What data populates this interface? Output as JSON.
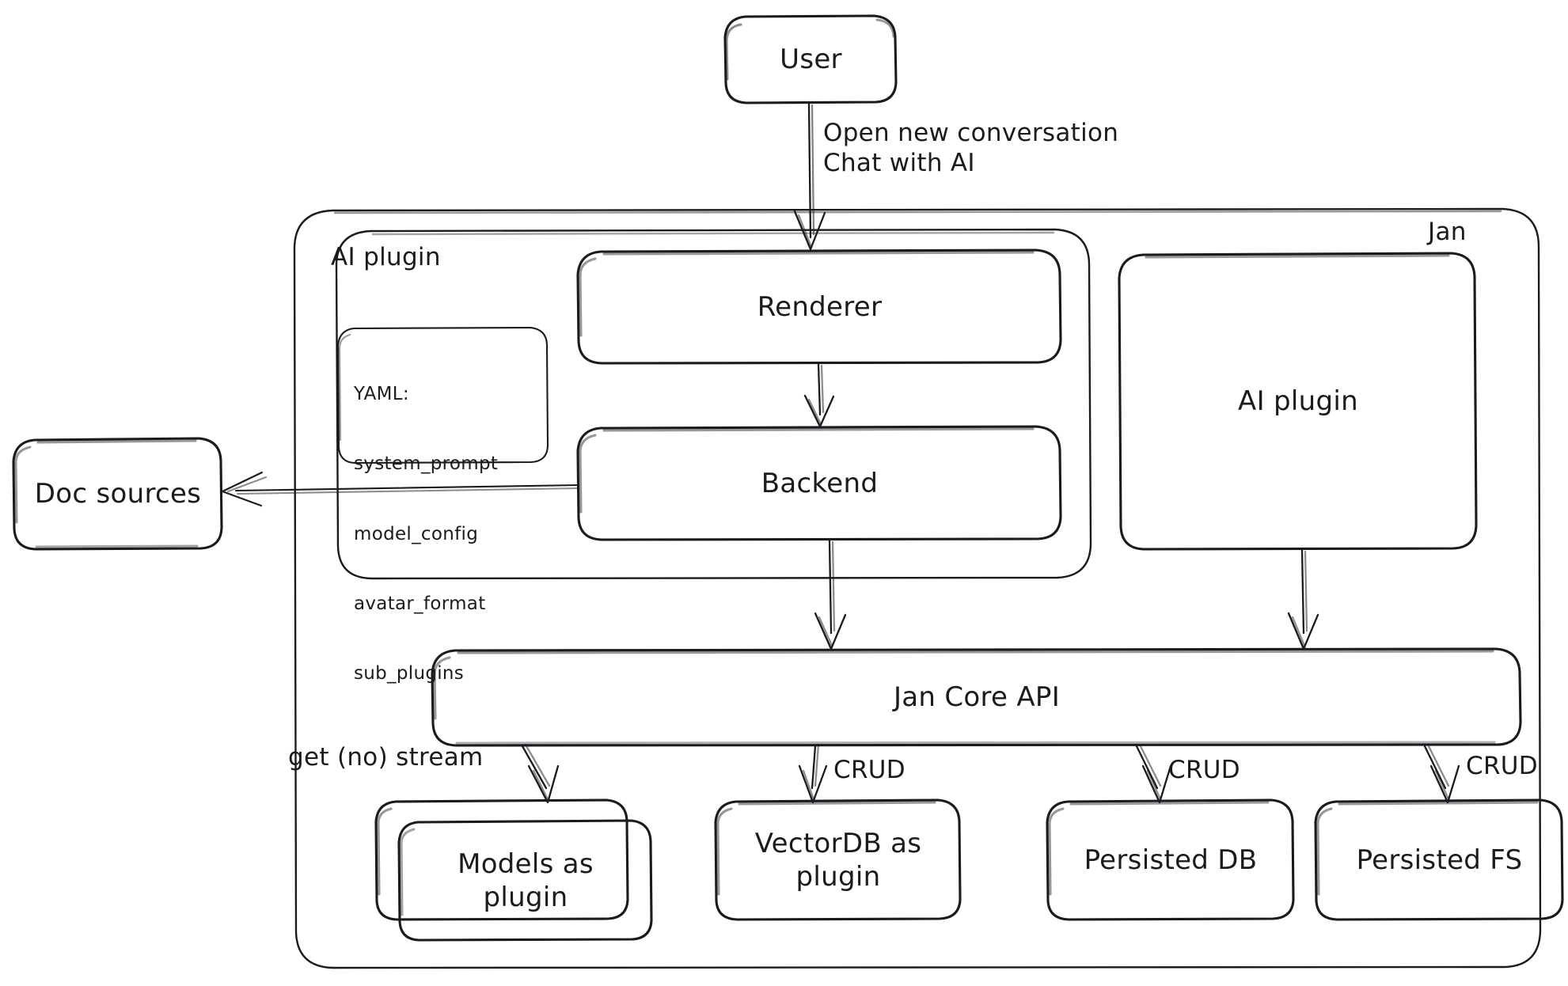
{
  "diagram": {
    "title": "Jan architecture flow diagram",
    "style": "hand-drawn",
    "background": "#ffffff",
    "stroke_color": "#1b1b1f"
  },
  "containers": [
    {
      "id": "jan",
      "label": "Jan",
      "label_position": "top-right"
    },
    {
      "id": "ai_plugin_group",
      "label": "AI plugin",
      "label_position": "top-left"
    }
  ],
  "nodes": [
    {
      "id": "user",
      "label": "User"
    },
    {
      "id": "renderer",
      "label": "Renderer"
    },
    {
      "id": "backend",
      "label": "Backend"
    },
    {
      "id": "yaml",
      "label": "YAML:\nsystem_prompt\nmodel_config\navatar_format\nsub_plugins"
    },
    {
      "id": "doc_sources",
      "label": "Doc sources"
    },
    {
      "id": "ai_plugin",
      "label": "AI plugin"
    },
    {
      "id": "core_api",
      "label": "Jan Core API"
    },
    {
      "id": "models",
      "label": "Models as\nplugin",
      "stacked": true
    },
    {
      "id": "vectordb",
      "label": "VectorDB as\nplugin"
    },
    {
      "id": "persisted_db",
      "label": "Persisted DB"
    },
    {
      "id": "persisted_fs",
      "label": "Persisted FS"
    }
  ],
  "edges": [
    {
      "from": "user",
      "to": "renderer",
      "label": "Open new conversation\nChat with AI"
    },
    {
      "from": "renderer",
      "to": "backend",
      "label": ""
    },
    {
      "from": "backend",
      "to": "doc_sources",
      "label": ""
    },
    {
      "from": "backend",
      "to": "core_api",
      "label": ""
    },
    {
      "from": "ai_plugin",
      "to": "core_api",
      "label": ""
    },
    {
      "from": "core_api",
      "to": "models",
      "label": "get (no) stream"
    },
    {
      "from": "core_api",
      "to": "vectordb",
      "label": "CRUD"
    },
    {
      "from": "core_api",
      "to": "persisted_db",
      "label": "CRUD"
    },
    {
      "from": "core_api",
      "to": "persisted_fs",
      "label": "CRUD"
    }
  ],
  "yaml_lines": {
    "l0": "YAML:",
    "l1": "system_prompt",
    "l2": "model_config",
    "l3": "avatar_format",
    "l4": "sub_plugins"
  }
}
